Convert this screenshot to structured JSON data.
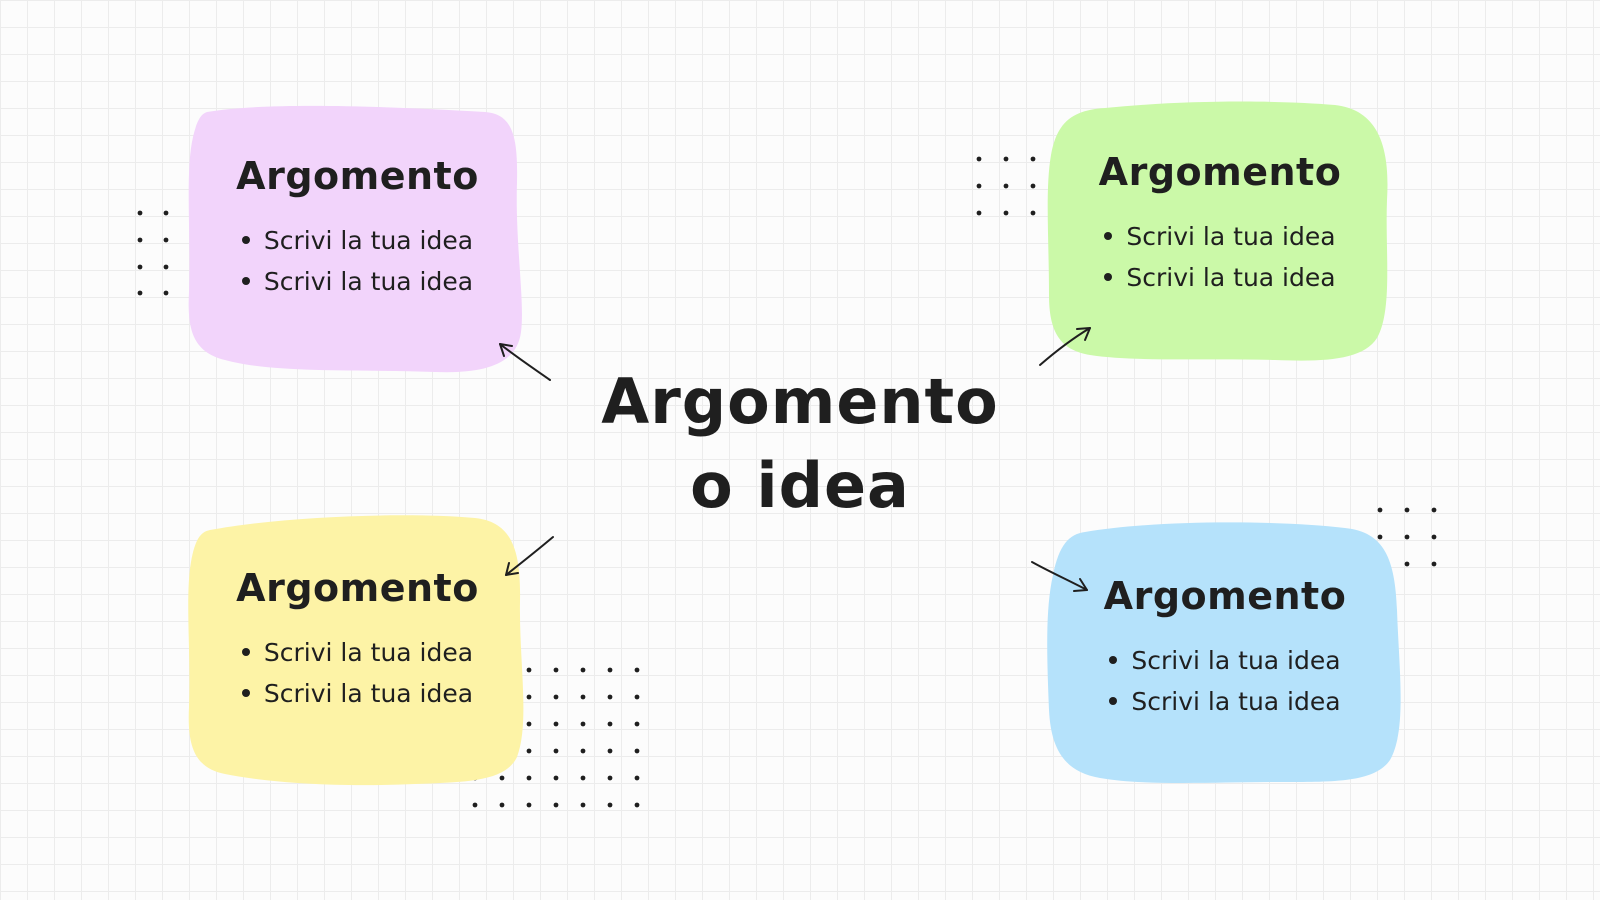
{
  "center": {
    "line1": "Argomento",
    "line2": "o idea"
  },
  "cards": [
    {
      "id": "top-left",
      "color": "#f2d4fb",
      "title": "Argomento",
      "items": [
        "Scrivi la tua idea",
        "Scrivi la tua idea"
      ]
    },
    {
      "id": "top-right",
      "color": "#cbf9a8",
      "title": "Argomento",
      "items": [
        "Scrivi la tua idea",
        "Scrivi la tua idea"
      ]
    },
    {
      "id": "bottom-left",
      "color": "#fdf3a6",
      "title": "Argomento",
      "items": [
        "Scrivi la tua idea",
        "Scrivi la tua idea"
      ]
    },
    {
      "id": "bottom-right",
      "color": "#b5e2fb",
      "title": "Argomento",
      "items": [
        "Scrivi la tua idea",
        "Scrivi la tua idea"
      ]
    }
  ],
  "colors": {
    "background": "#fcfcfc",
    "grid": "#ececec",
    "ink": "#1f1f1f"
  }
}
